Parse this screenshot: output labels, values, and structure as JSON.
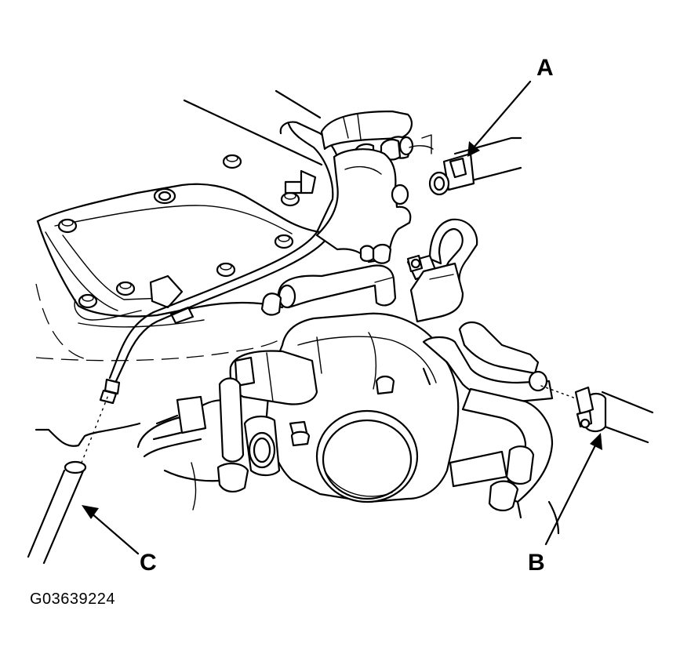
{
  "diagram": {
    "callouts": [
      {
        "id": "a",
        "label": "A"
      },
      {
        "id": "b",
        "label": "B"
      },
      {
        "id": "c",
        "label": "C"
      }
    ],
    "figure_code": "G03639224"
  }
}
